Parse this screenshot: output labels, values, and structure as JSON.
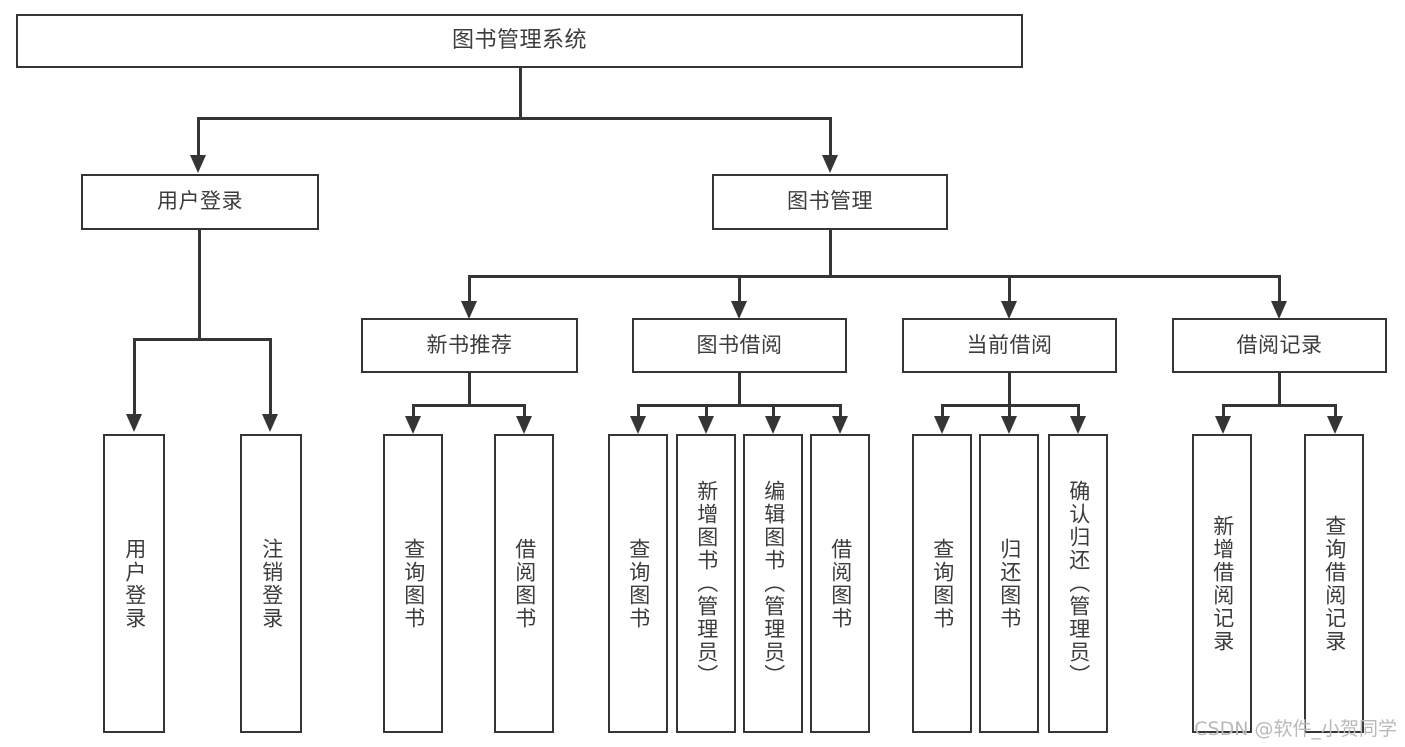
{
  "diagram": {
    "type": "tree",
    "title": "图书管理系统",
    "root": {
      "label": "图书管理系统"
    },
    "level2": [
      {
        "label": "用户登录"
      },
      {
        "label": "图书管理"
      }
    ],
    "level3": [
      {
        "label": "新书推荐"
      },
      {
        "label": "图书借阅"
      },
      {
        "label": "当前借阅"
      },
      {
        "label": "借阅记录"
      }
    ],
    "leaves": {
      "user_login": [
        {
          "label": "用户登录"
        },
        {
          "label": "注销登录"
        }
      ],
      "new_book_recommend": [
        {
          "label": "查询图书"
        },
        {
          "label": "借阅图书"
        }
      ],
      "book_borrow": [
        {
          "label": "查询图书"
        },
        {
          "label": "新增图书（管理员）"
        },
        {
          "label": "编辑图书（管理员）"
        },
        {
          "label": "借阅图书"
        }
      ],
      "current_borrow": [
        {
          "label": "查询图书"
        },
        {
          "label": "归还图书"
        },
        {
          "label": "确认归还（管理员）"
        }
      ],
      "borrow_records": [
        {
          "label": "新增借阅记录"
        },
        {
          "label": "查询借阅记录"
        }
      ]
    }
  },
  "colors": {
    "stroke": "#353535",
    "text": "#3c3c3c",
    "background": "#ffffff",
    "watermark": "#b9b9b9"
  },
  "watermark": {
    "text": "CSDN @软件_小贺同学"
  }
}
